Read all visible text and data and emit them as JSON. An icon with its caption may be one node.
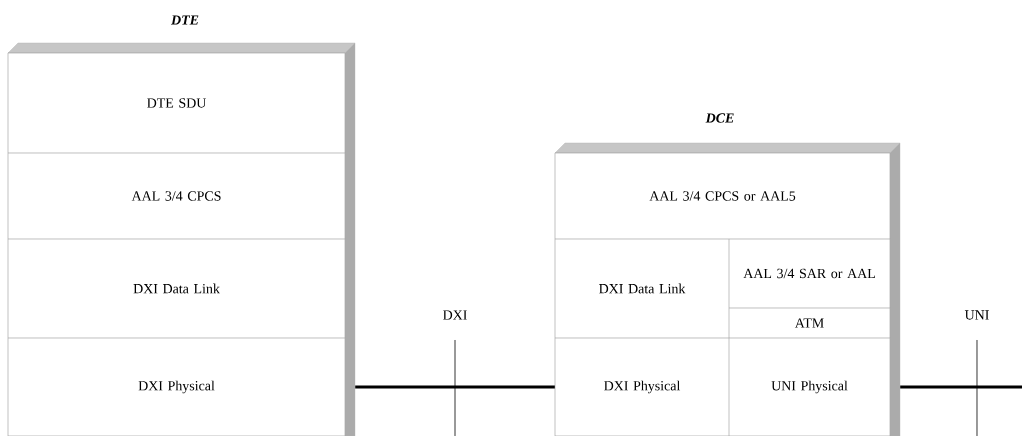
{
  "diagram": {
    "nodes": [
      {
        "text": [
          "DTE"
        ]
      },
      {
        "text": [
          "DTE SDU"
        ],
        "in": 0
      },
      {
        "text": [
          "AAL 3/4 CPCS"
        ],
        "in": 0
      },
      {
        "text": [
          "DXI Data Link"
        ],
        "in": 0
      },
      {
        "text": [
          "DXI Physical"
        ],
        "in": 0
      },
      {
        "text": [
          "DCE"
        ]
      },
      {
        "text": [
          "AAL 3/4 CPCS or AAL5"
        ],
        "in": 5
      },
      {
        "text": [
          "DXI Data Link"
        ],
        "in": 5
      },
      {
        "text": [
          "AAL 3/4 SAR or AAL"
        ],
        "in": 5
      },
      {
        "text": [
          "ATM"
        ],
        "in": 5
      },
      {
        "text": [
          "DXI Physical"
        ],
        "in": 5
      },
      {
        "text": [
          "UNI Physical"
        ],
        "in": 5
      }
    ],
    "edges": [
      {
        "from": 4,
        "to": 10,
        "arrow": "none"
      },
      {
        "from": 11,
        "to": null,
        "arrow": "none"
      }
    ],
    "labels": [
      "DXI",
      "UNI"
    ]
  }
}
